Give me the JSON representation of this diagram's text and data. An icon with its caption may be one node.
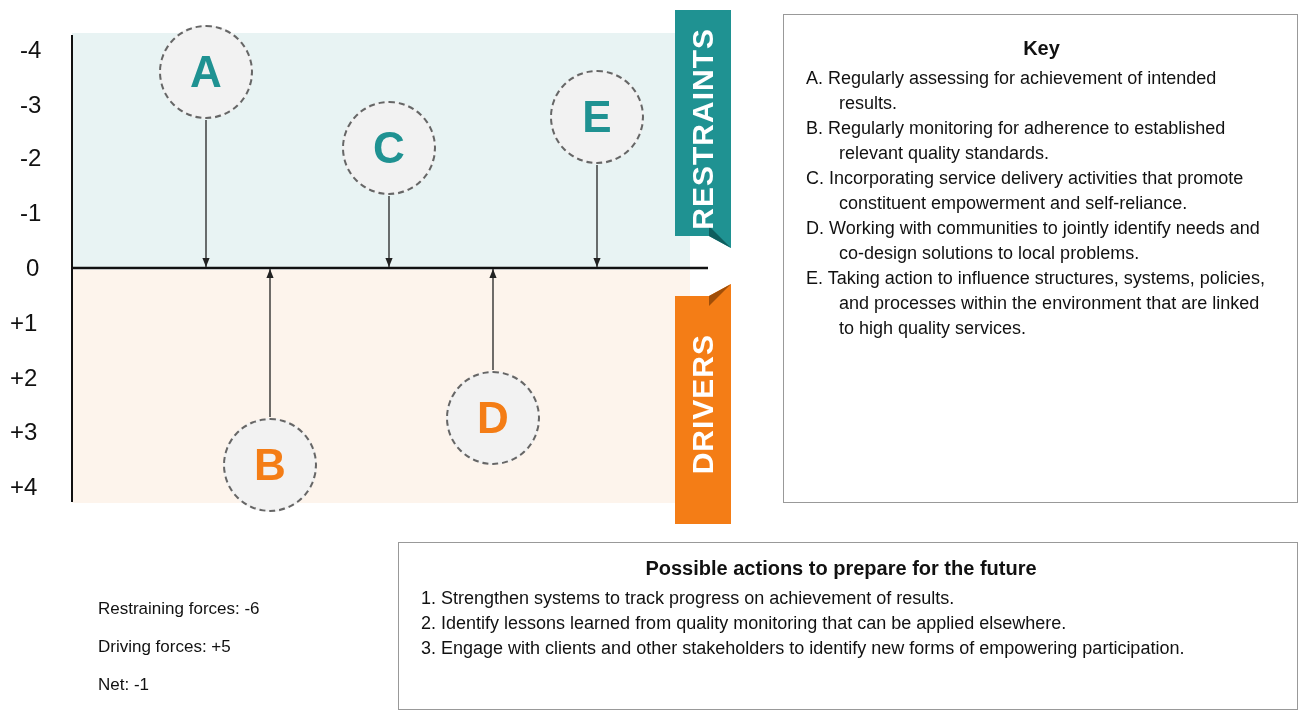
{
  "diagram": {
    "nodes": [
      {
        "text": [
          "A"
        ]
      },
      {
        "text": [
          "C"
        ]
      },
      {
        "text": [
          "E"
        ]
      },
      {
        "text": [
          "RESTRAINTS"
        ]
      },
      {
        "text": [
          "B"
        ]
      },
      {
        "text": [
          "D"
        ]
      },
      {
        "text": [
          "DRIVERS"
        ]
      },
      {
        "text": [
          "Key",
          "A. Regularly assessing for achievement of intended results.",
          "B. Regularly monitoring for adherence to established relevant quality standards.",
          "C. Incorporating service delivery activities that promote constituent empowerment and self-reliance.",
          "D. Working with communities to jointly identify needs and co-design solutions to local problems.",
          "E. Taking action to influence structures, systems, policies, and processes within the environment that are linked to high quality services."
        ]
      },
      {
        "text": [
          "Possible actions to prepare for the future",
          "1. Strengthen systems to track progress on achievement of results.",
          "2. Identify lessons learned from quality monitoring that can be applied elsewhere.",
          "3. Engage with clients and other stakeholders to identify new forms of empowering participation."
        ]
      }
    ],
    "edges": [
      {
        "from": 0,
        "to": null,
        "arrow": "to"
      },
      {
        "from": 4,
        "to": null,
        "arrow": "to"
      },
      {
        "from": 1,
        "to": null,
        "arrow": "to"
      },
      {
        "from": 5,
        "to": null,
        "arrow": "to"
      },
      {
        "from": 2,
        "to": null,
        "arrow": "to"
      }
    ],
    "labels": [
      "-4",
      "-3",
      "-2",
      "-1",
      "0",
      "+1",
      "+2",
      "+3",
      "+4",
      "Restraining forces: -6",
      "Driving forces: +5",
      "Net: -1"
    ]
  }
}
